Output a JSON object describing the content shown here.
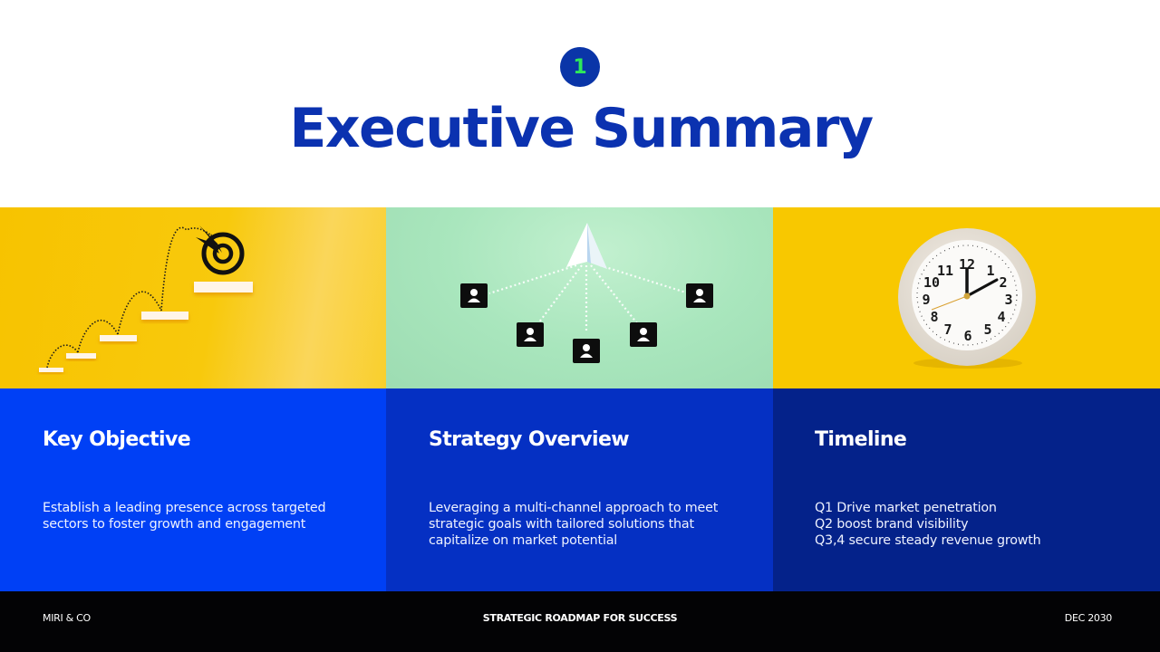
{
  "slide": {
    "number": "1",
    "title": "Executive Summary",
    "colors": {
      "title": "#0b32b0",
      "badge_bg": "#0a35a8",
      "badge_text": "#2ee85a",
      "card1_bg": "#0040f5",
      "card2_bg": "#0530c3",
      "card3_bg": "#04228a",
      "footer_bg": "#030305"
    }
  },
  "images": [
    {
      "icon": "stairs-target-icon",
      "description": "Steps leading up to a target"
    },
    {
      "icon": "paper-plane-network-icon",
      "description": "Paper plane connected to people blocks"
    },
    {
      "icon": "alarm-clock-icon",
      "description": "White clock on yellow background"
    }
  ],
  "cards": [
    {
      "title": "Key Objective",
      "lines": [
        "Establish a leading presence across targeted",
        "sectors to foster growth and engagement"
      ]
    },
    {
      "title": "Strategy Overview",
      "lines": [
        "Leveraging a multi-channel approach to meet",
        "strategic goals with tailored solutions that",
        "capitalize on market potential"
      ]
    },
    {
      "title": "Timeline",
      "lines": [
        "Q1 Drive market penetration",
        "Q2 boost brand visibility",
        "Q3,4 secure steady revenue growth"
      ]
    }
  ],
  "footer": {
    "left": "MIRI & CO",
    "center": "STRATEGIC ROADMAP FOR SUCCESS",
    "right": "DEC 2030"
  }
}
